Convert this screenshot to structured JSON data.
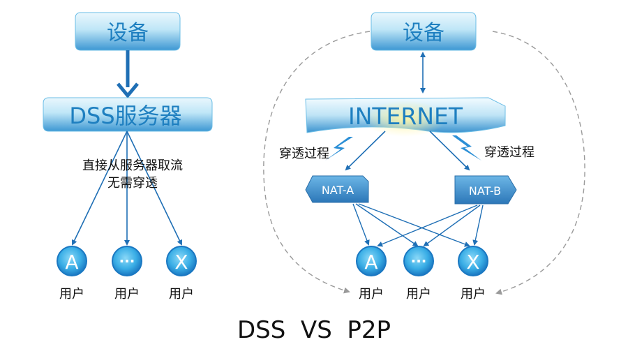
{
  "left": {
    "device_label": "设备",
    "server_label": "DSS服务器",
    "note_line1": "直接从服务器取流",
    "note_line2": "无需穿透",
    "users": [
      {
        "glyph": "A",
        "label": "用户"
      },
      {
        "glyph": "···",
        "label": "用户"
      },
      {
        "glyph": "X",
        "label": "用户"
      }
    ]
  },
  "right": {
    "device_label": "设备",
    "internet_label": "INTERNET",
    "traversal_left": "穿透过程",
    "traversal_right": "穿透过程",
    "nat_a": "NAT-A",
    "nat_b": "NAT-B",
    "users": [
      {
        "glyph": "A",
        "label": "用户"
      },
      {
        "glyph": "···",
        "label": "用户"
      },
      {
        "glyph": "X",
        "label": "用户"
      }
    ]
  },
  "caption": "DSS  VS  P2P",
  "colors": {
    "arrow": "#1f6fb5",
    "dash": "#9a9a9a",
    "box_light": "#dff1fb",
    "box_mid": "#8fd0ef",
    "box_dark": "#2a87c9",
    "nat": "#3b88c5",
    "circle_outer": "#1e8fd0",
    "circle_inner": "#5fc3ef",
    "bolt": "#2b8fd6",
    "text_blue": "#1e7fc0"
  }
}
